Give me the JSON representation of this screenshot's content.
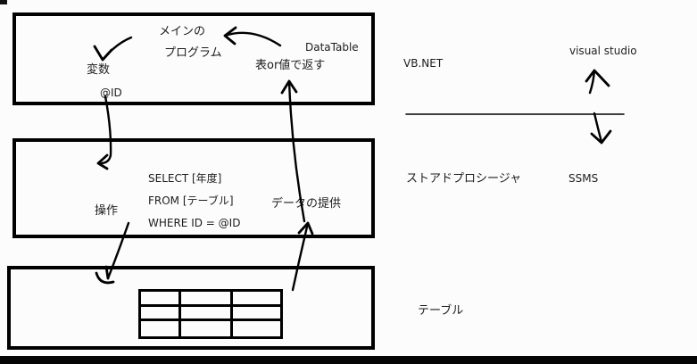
{
  "colors": {
    "ink": "#000000",
    "background": "#fcfcfc",
    "bottom_bar": "#050505"
  },
  "diagram": {
    "top_box": {
      "program_line1": "メインの",
      "program_line2": "プログラム",
      "variable": "変数",
      "id_param": "@ID",
      "datatable": "DataTable",
      "return_note": "表or値で返す"
    },
    "middle_box": {
      "operation": "操作",
      "sql": [
        "SELECT [年度]",
        "FROM [テーブル]",
        "WHERE ID = @ID"
      ],
      "data_provision": "データの提供"
    },
    "right_column": {
      "vbnet": "VB.NET",
      "visual_studio": "visual studio",
      "stored_procedure": "ストアドプロシージャ",
      "ssms": "SSMS",
      "table": "テーブル"
    }
  }
}
